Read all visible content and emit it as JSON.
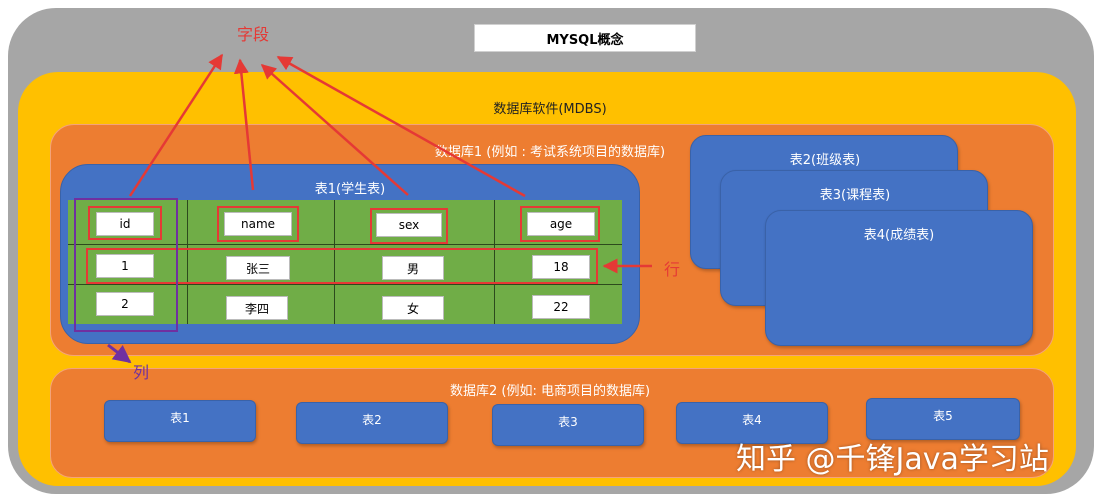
{
  "title": "MYSQL概念",
  "dbms_label": "数据库软件(MDBS)",
  "db1": {
    "label": "数据库1 (例如 : 考试系统项目的数据库)",
    "table_label": "表1(学生表)",
    "headers": [
      "id",
      "name",
      "sex",
      "age"
    ],
    "rows": [
      [
        "1",
        "张三",
        "男",
        "18"
      ],
      [
        "2",
        "李四",
        "女",
        "22"
      ]
    ],
    "other_tables": [
      "表2(班级表)",
      "表3(课程表)",
      "表4(成绩表)"
    ]
  },
  "db2": {
    "label": "数据库2 (例如: 电商项目的数据库)",
    "tables": [
      "表1",
      "表2",
      "表3",
      "表4",
      "表5"
    ]
  },
  "annotations": {
    "field": "字段",
    "row": "行",
    "column": "列"
  },
  "watermark": "知乎 @千锋Java学习站",
  "colors": {
    "outer": "#a6a6a6",
    "dbms": "#ffc000",
    "database": "#ed7d31",
    "table": "#4472c4",
    "grid": "#70ad47",
    "annotation_red": "#e53935",
    "annotation_purple": "#7030a0"
  }
}
